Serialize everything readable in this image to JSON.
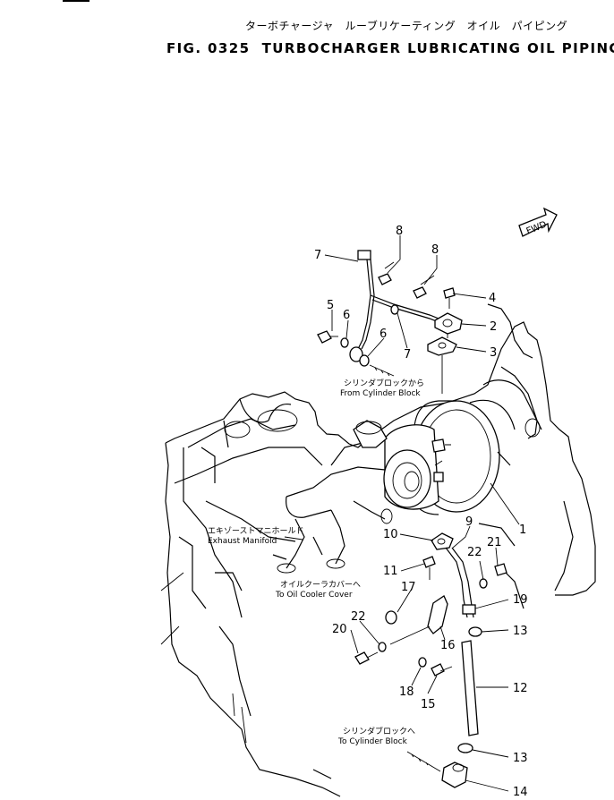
{
  "title": {
    "japanese": "ターボチャージャ　ルーブリケーティング　オイル　パイピング",
    "figure": "FIG. 0325",
    "english": "TURBOCHARGER LUBRICATING OIL PIPING"
  },
  "fwd_label": "FWD",
  "annotations": [
    {
      "jp": "シリンダブロックから",
      "en": "From Cylinder Block"
    },
    {
      "jp": "エキゾーストマニホールド",
      "en": "Exhaust Manifold"
    },
    {
      "jp": "オイルクーラカバーへ",
      "en": "To Oil Cooler Cover"
    },
    {
      "jp": "シリンダブロックへ",
      "en": "To Cylinder Block"
    }
  ],
  "part_numbers": [
    "1",
    "2",
    "3",
    "4",
    "5",
    "6",
    "6",
    "7",
    "7",
    "8",
    "8",
    "9",
    "10",
    "11",
    "12",
    "13",
    "13",
    "14",
    "15",
    "16",
    "17",
    "18",
    "19",
    "20",
    "21",
    "22",
    "22"
  ]
}
